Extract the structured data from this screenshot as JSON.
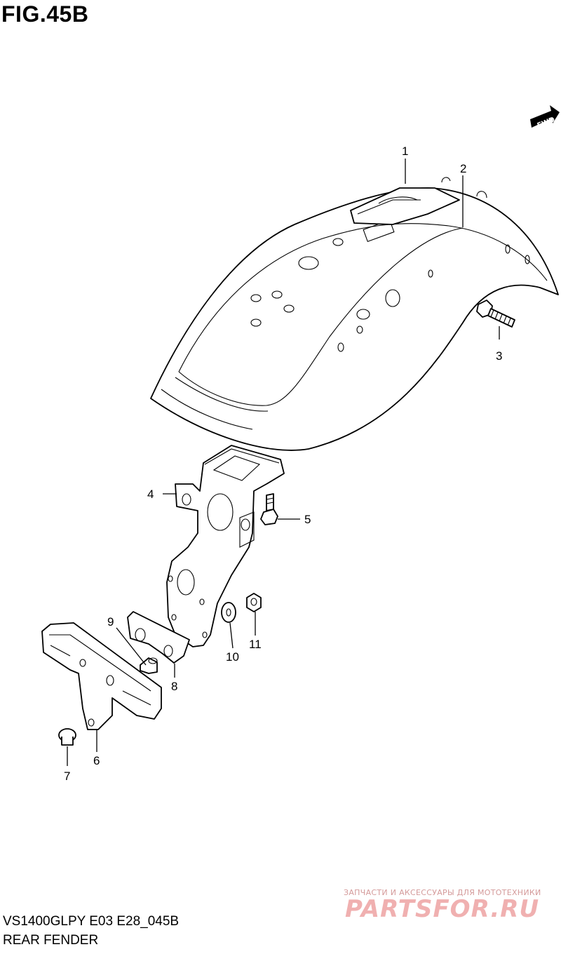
{
  "figure": {
    "title": "FIG.45B",
    "model_code": "VS1400GLPY E03 E28_045B",
    "section_name": "REAR FENDER",
    "fwd_label": "FWD"
  },
  "callouts": [
    "1",
    "2",
    "3",
    "4",
    "5",
    "6",
    "7",
    "8",
    "9",
    "10",
    "11"
  ],
  "watermark": {
    "tagline": "ЗАПЧАСТИ И АКСЕССУАРЫ ДЛЯ МОТОТЕХНИКИ",
    "logo_text": "PARTSFOR.RU",
    "color": "#f0b0b0"
  }
}
